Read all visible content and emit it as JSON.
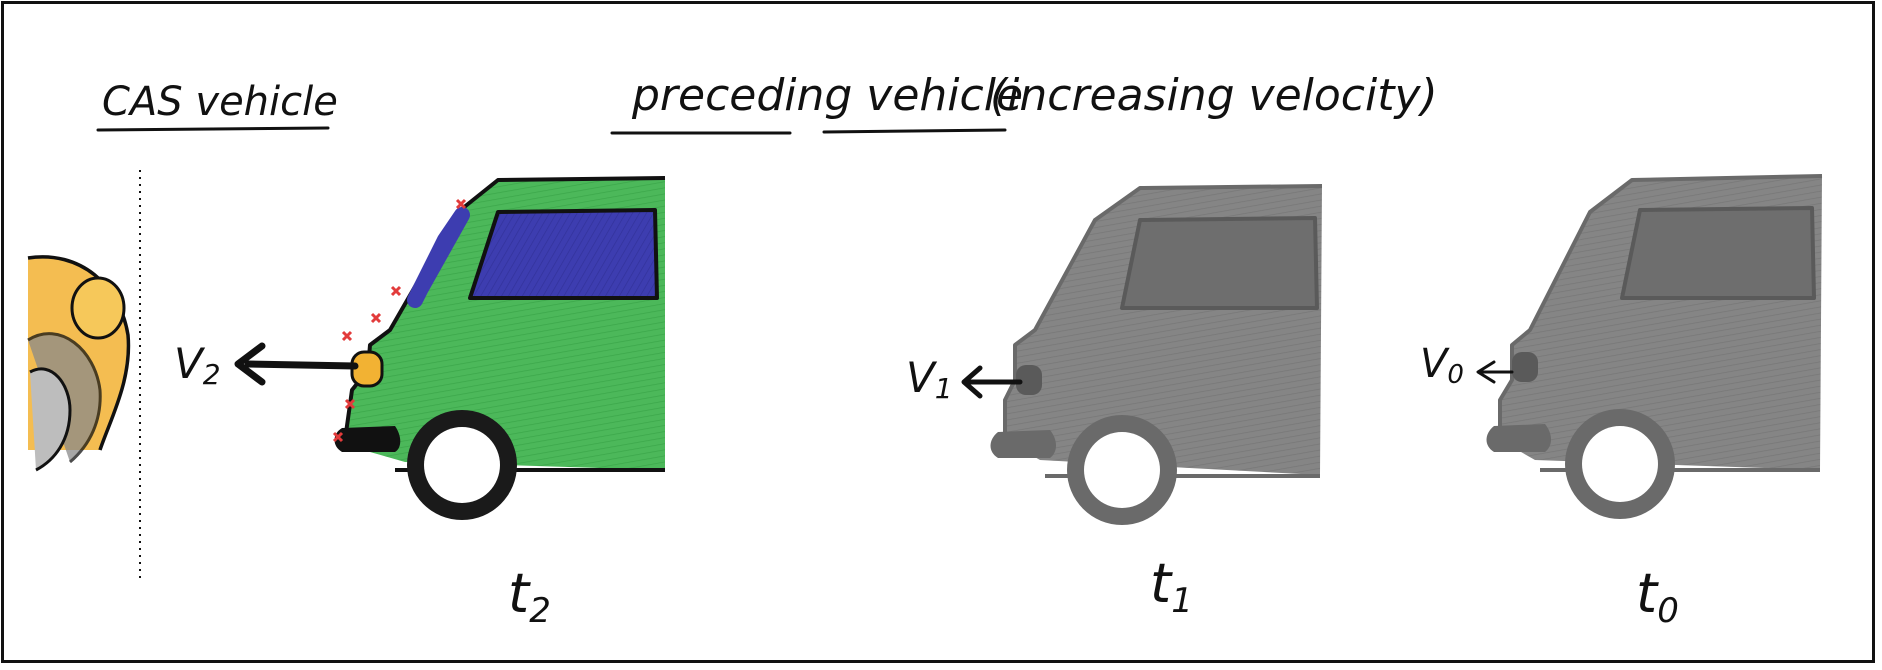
{
  "labels": {
    "cas_vehicle": "CAS vehicle",
    "preceding_title": "preceding vehicle",
    "preceding_note": "(increasing velocity)"
  },
  "velocities": [
    {
      "letter": "V",
      "sub": "2"
    },
    {
      "letter": "V",
      "sub": "1"
    },
    {
      "letter": "V",
      "sub": "0"
    }
  ],
  "times": [
    {
      "letter": "t",
      "sub": "2"
    },
    {
      "letter": "t",
      "sub": "1"
    },
    {
      "letter": "t",
      "sub": "0"
    }
  ],
  "colors": {
    "truck_current_body": "#3cae4a",
    "truck_current_window": "#3a3aa3",
    "truck_past": "#7a7a7a",
    "truck_past_window": "#666666",
    "cas_vehicle": "#f2b233",
    "marker": "#e23b3b",
    "ink": "#111111"
  }
}
